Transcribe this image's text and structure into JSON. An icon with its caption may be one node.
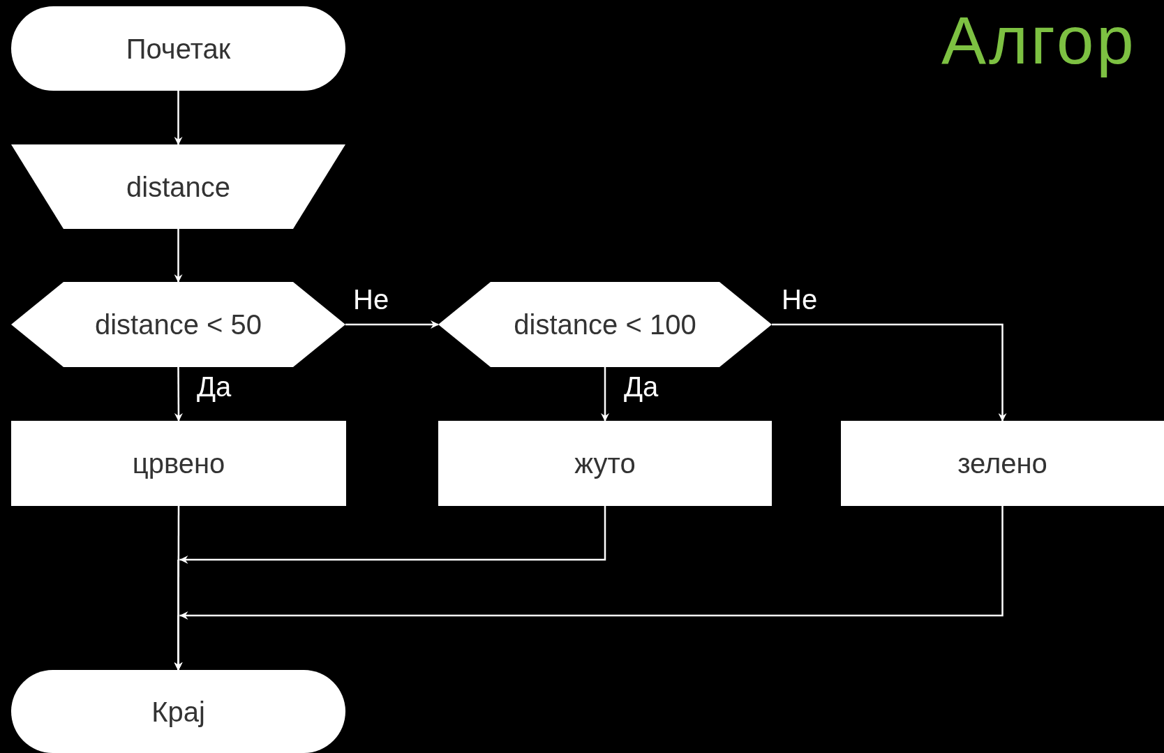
{
  "diagram": {
    "title": "Алгор",
    "nodes": [
      {
        "text": [
          "Почетак"
        ]
      },
      {
        "text": [
          "distance"
        ]
      },
      {
        "text": [
          "distance < 50"
        ]
      },
      {
        "text": [
          "distance < 100"
        ]
      },
      {
        "text": [
          "црвено"
        ]
      },
      {
        "text": [
          "жуто"
        ]
      },
      {
        "text": [
          "зелено"
        ]
      },
      {
        "text": [
          "Крај"
        ]
      }
    ],
    "edges": [
      {
        "from": 0,
        "to": 1,
        "arrow": "to"
      },
      {
        "from": 1,
        "to": 2,
        "arrow": "to"
      },
      {
        "from": 2,
        "to": 4,
        "arrow": "to",
        "label": "Да"
      },
      {
        "from": 2,
        "to": 3,
        "arrow": "to",
        "label": "Не"
      },
      {
        "from": 3,
        "to": 5,
        "arrow": "to",
        "label": "Да"
      },
      {
        "from": 3,
        "to": 6,
        "arrow": "to",
        "label": "Не"
      },
      {
        "from": 4,
        "to": 7,
        "arrow": "to"
      },
      {
        "from": 5,
        "to": 7,
        "arrow": "to"
      },
      {
        "from": 6,
        "to": 7,
        "arrow": "to"
      }
    ]
  }
}
